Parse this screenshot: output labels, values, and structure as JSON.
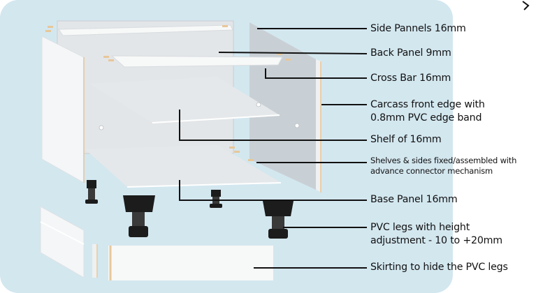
{
  "colors": {
    "panel_bg": "#d3e7ef",
    "leader_line": "#111111",
    "board_white": "#f7f8f8",
    "board_shade": "#e5e8ea",
    "leg_black": "#1c1c1c",
    "edge_wood": "#e7c79a"
  },
  "labels": {
    "side_panels": "Side Pannels 16mm",
    "back_panel": "Back Panel 9mm",
    "cross_bar": "Cross Bar 16mm",
    "carcass_edge": {
      "line1": "Carcass front edge with",
      "line2": "0.8mm PVC edge band"
    },
    "shelf": "Shelf of 16mm",
    "connector": {
      "line1": "Shelves & sides fixed/assembled with",
      "line2": "advance connector mechanism"
    },
    "base_panel": "Base Panel 16mm",
    "pvc_legs": {
      "line1": "PVC legs with height",
      "line2": "adjustment - 10 to +20mm"
    },
    "skirting": "Skirting to hide the PVC legs"
  },
  "icons": {
    "connector_dowels": "dowel-icon",
    "adjustable_leg": "pvc-leg-icon"
  }
}
